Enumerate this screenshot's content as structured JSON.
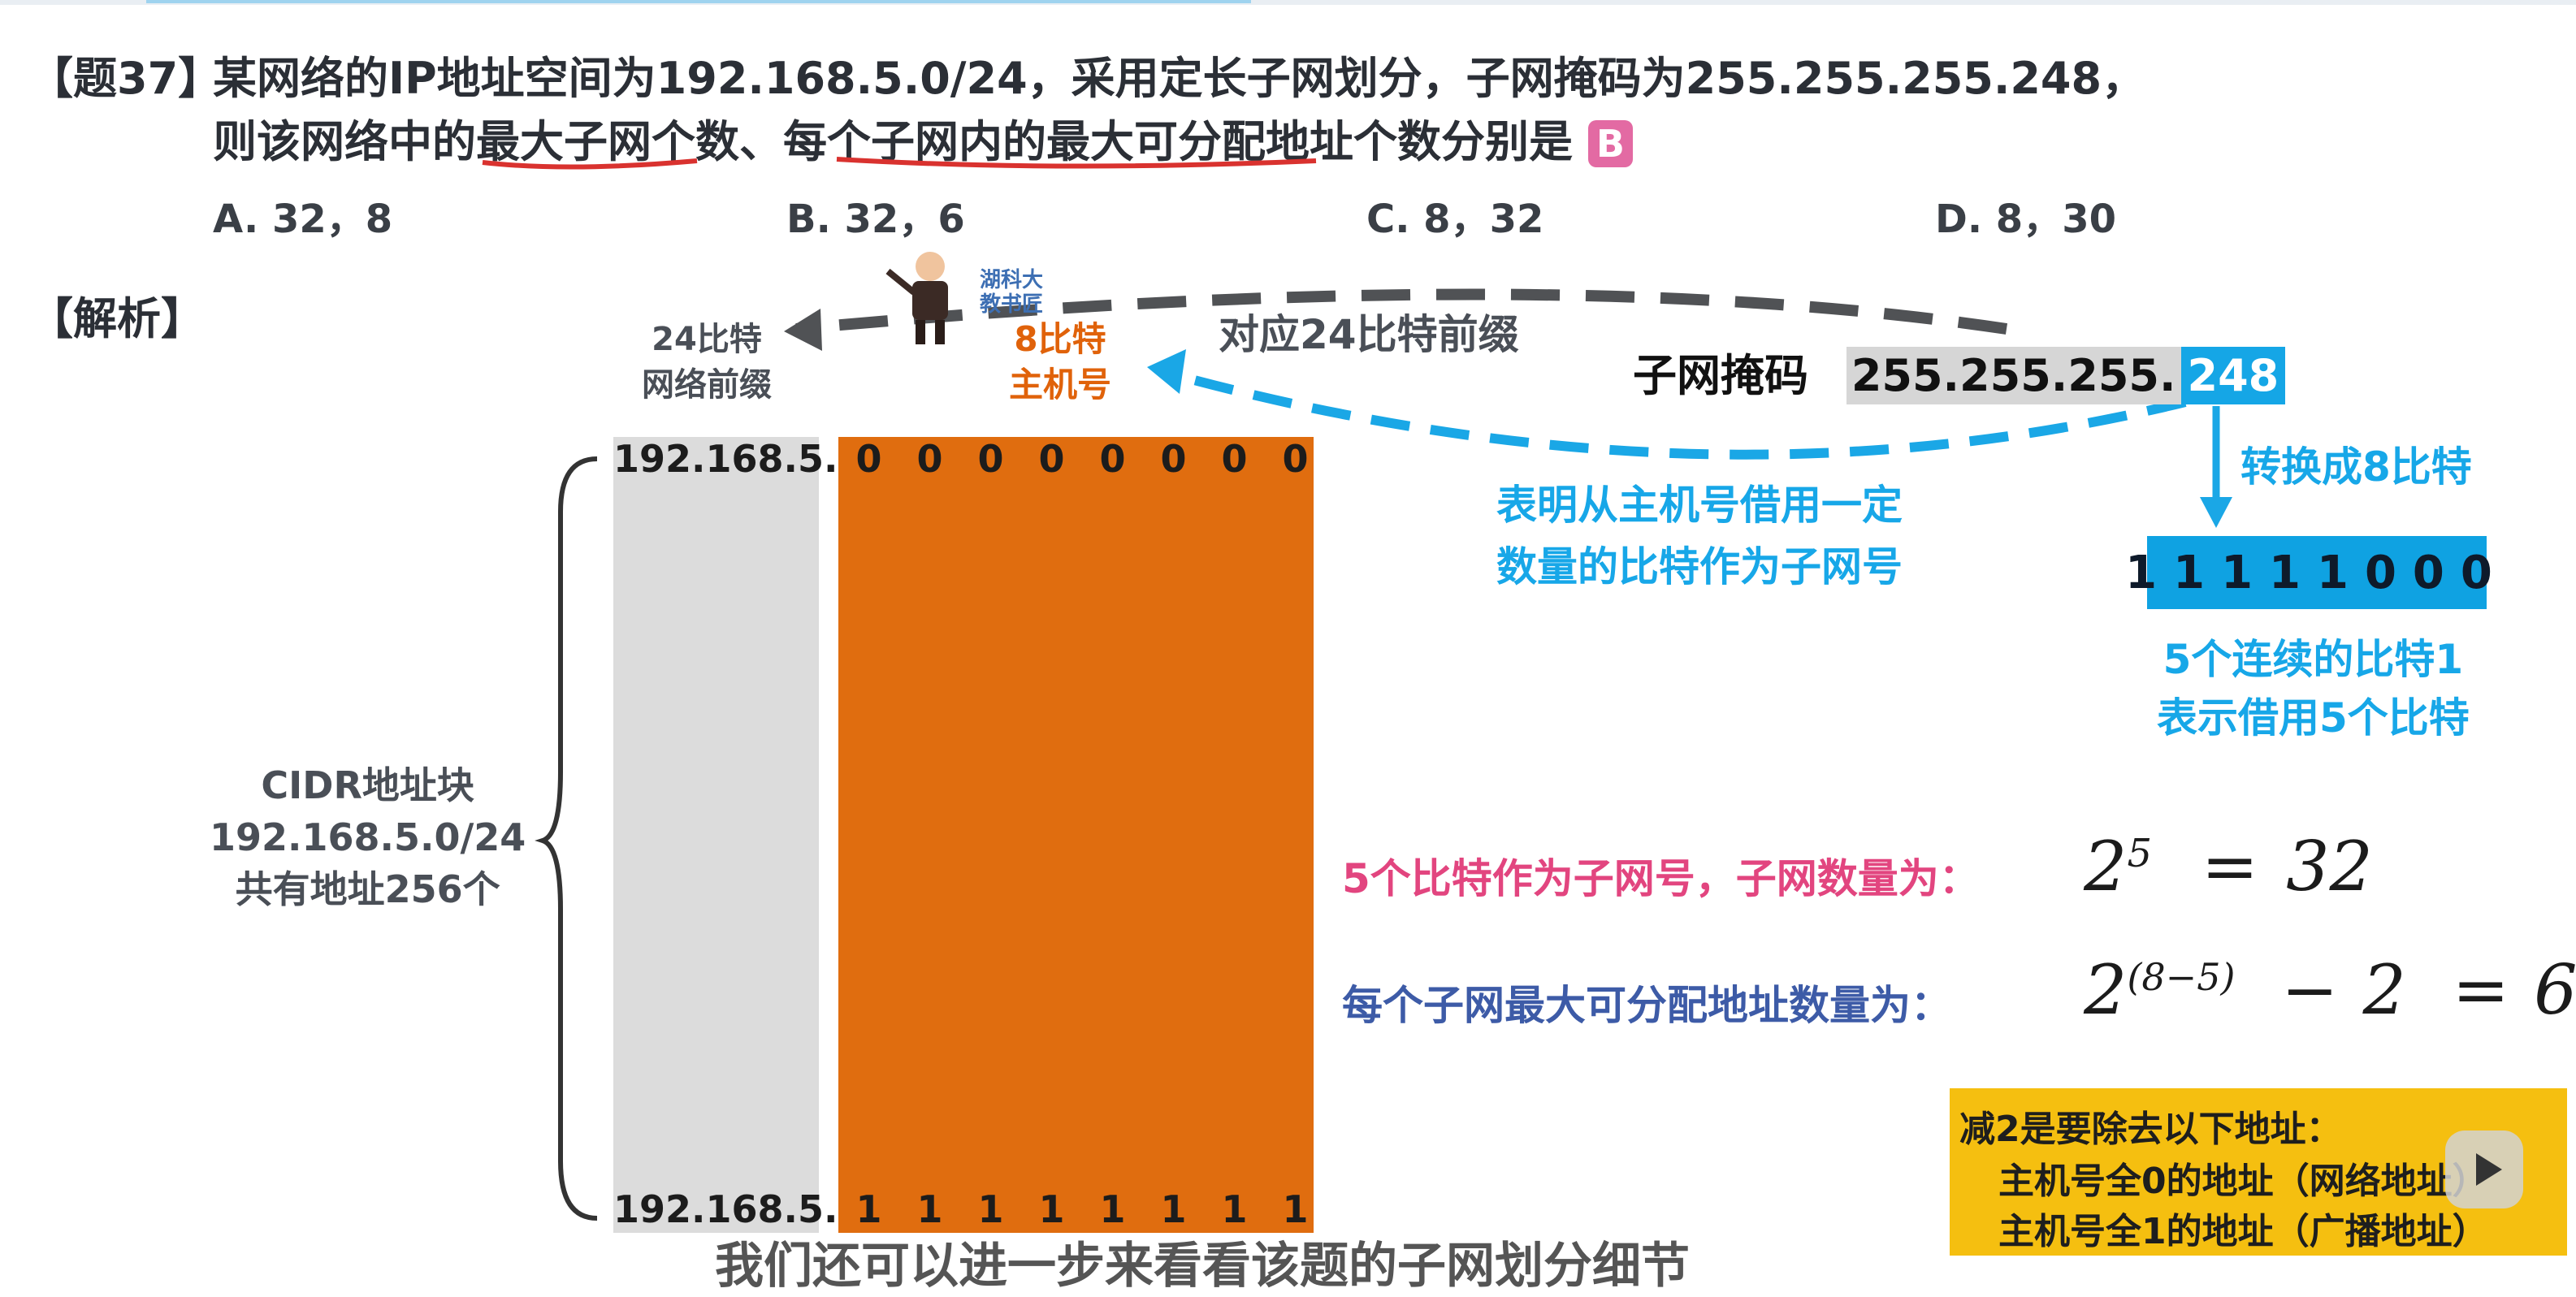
{
  "question": {
    "label": "【题37】",
    "line1": "某网络的IP地址空间为192.168.5.0/24，采用定长子网划分，子网掩码为255.255.255.248，",
    "line2_prefix": "则该网络中的",
    "line2_u1": "最大子网个数",
    "line2_mid": "、",
    "line2_u2": "每个子网内的最大可分配",
    "line2_suffix": "地址个数分别是",
    "answer": "B"
  },
  "options": [
    {
      "label": "A. 32，8"
    },
    {
      "label": "B. 32，6"
    },
    {
      "label": "C. 8，32"
    },
    {
      "label": "D. 8，30"
    }
  ],
  "analysis_label": "【解析】",
  "diagram": {
    "net_prefix_label": [
      "24比特",
      "网络前缀"
    ],
    "host_label": [
      "8比特",
      "主机号"
    ],
    "arrow_top_label": "对应24比特前缀",
    "mask_label": "子网掩码",
    "mask_gray": "255.255.255.",
    "mask_blue": "248",
    "convert_label": "转换成8比特",
    "binary": "11111000",
    "borrow_note": [
      "5个连续的比特1",
      "表示借用5个比特"
    ],
    "borrow_desc": [
      "表明从主机号借用一定",
      "数量的比特作为子网号"
    ],
    "row_prefix": "192.168.5.",
    "bits_top": [
      "0",
      "0",
      "0",
      "0",
      "0",
      "0",
      "0",
      "0"
    ],
    "bits_bottom": [
      "1",
      "1",
      "1",
      "1",
      "1",
      "1",
      "1",
      "1"
    ],
    "cidr": [
      "CIDR地址块",
      "192.168.5.0/24",
      "共有地址256个"
    ],
    "mascot_caption": [
      "湖科大",
      "教书匠"
    ]
  },
  "formulas": {
    "subnet_text": "5个比特作为子网号，子网数量为：",
    "subnet_base": "2",
    "subnet_exp": "5",
    "subnet_eq": "=",
    "subnet_result": "32",
    "host_text": "每个子网最大可分配地址数量为：",
    "host_base": "2",
    "host_exp": "(8−5)",
    "host_minus": "−",
    "host_two": "2",
    "host_eq": "=",
    "host_result": "6"
  },
  "note": {
    "title": "减2是要除去以下地址：",
    "item1": "主机号全0的地址（网络地址）",
    "item2": "主机号全1的地址（广播地址）"
  },
  "subtitle": "我们还可以进一步来看看该题的子网划分细节"
}
